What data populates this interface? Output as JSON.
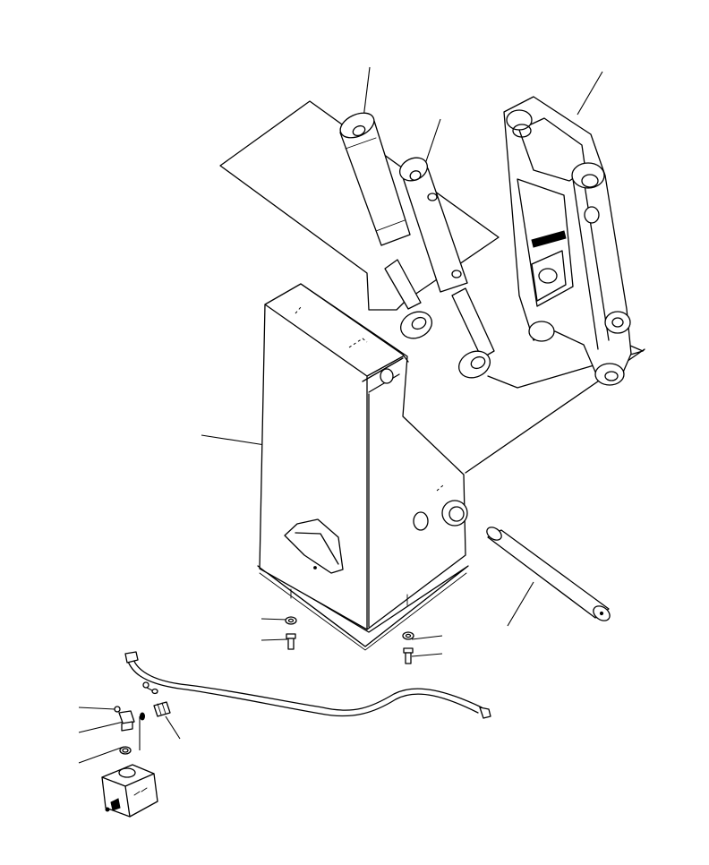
{
  "diagram": {
    "colors": {
      "ink": "#000000",
      "paper": "#ffffff"
    },
    "parts": [
      {
        "id": "frame",
        "kind": "boom-mount-frame"
      },
      {
        "id": "cyl-left",
        "kind": "hydraulic-cylinder"
      },
      {
        "id": "cyl-right",
        "kind": "hydraulic-cylinder"
      },
      {
        "id": "bracket",
        "kind": "swing-bracket"
      },
      {
        "id": "pin",
        "kind": "pivot-pin"
      },
      {
        "id": "hose",
        "kind": "grease-line"
      },
      {
        "id": "valve",
        "kind": "valve-block"
      }
    ],
    "callouts": []
  }
}
